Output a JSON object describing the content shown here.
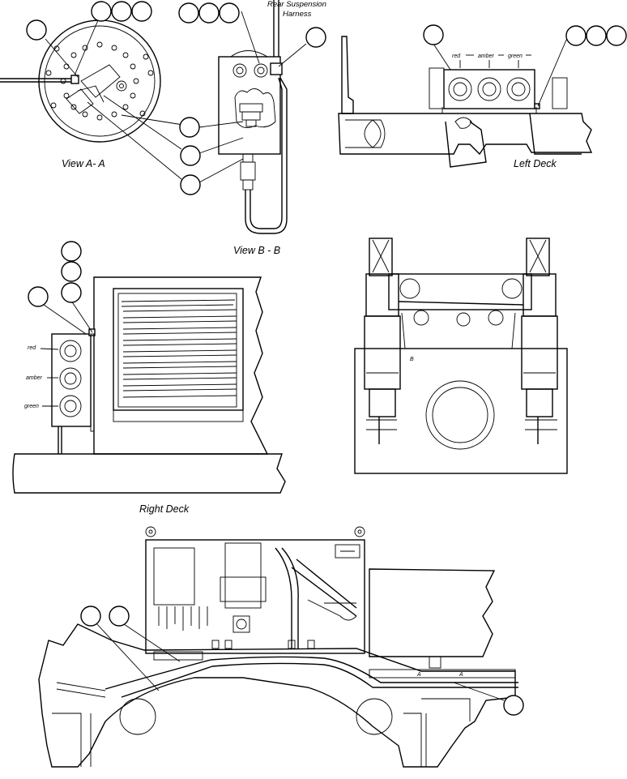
{
  "labels": {
    "view_aa": "View A- A",
    "view_bb": "View B - B",
    "left_deck": "Left Deck",
    "right_deck": "Right Deck",
    "rear_suspension_line1": "Rear Suspension",
    "rear_suspension_line2": "Harness"
  },
  "gauge_labels": {
    "red": "red",
    "amber": "amber",
    "green": "green"
  },
  "markers": {
    "b": "B",
    "a1": "A",
    "a2": "A"
  }
}
